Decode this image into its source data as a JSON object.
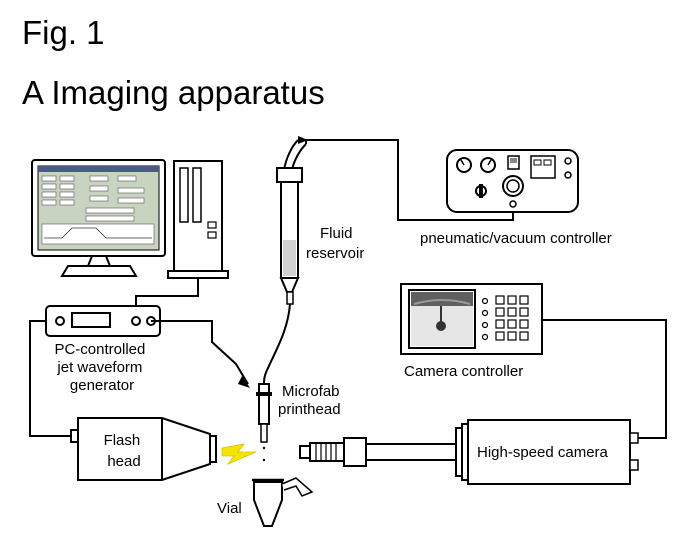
{
  "figure": {
    "fig_label": "Fig. 1",
    "panel_title": "A  Imaging apparatus"
  },
  "labels": {
    "fluid_reservoir": [
      "Fluid",
      "reservoir"
    ],
    "pneumatic": "pneumatic/vacuum controller",
    "pc_generator": [
      "PC-controlled",
      "jet waveform",
      "generator"
    ],
    "printhead": [
      "Microfab",
      "printhead"
    ],
    "camera_controller": "Camera controller",
    "flash_head": [
      "Flash",
      "head"
    ],
    "high_speed_camera": "High-speed camera",
    "vial": "Vial"
  },
  "colors": {
    "line": "#000000",
    "flash_bolt": "#f5e400",
    "screen_bg": "#d8d8d8",
    "monitor_ui": "#c8d4c0"
  },
  "icons": {
    "computer": "desktop-computer-icon",
    "flash": "lightning-bolt-icon",
    "vial": "microcentrifuge-tube-icon"
  }
}
